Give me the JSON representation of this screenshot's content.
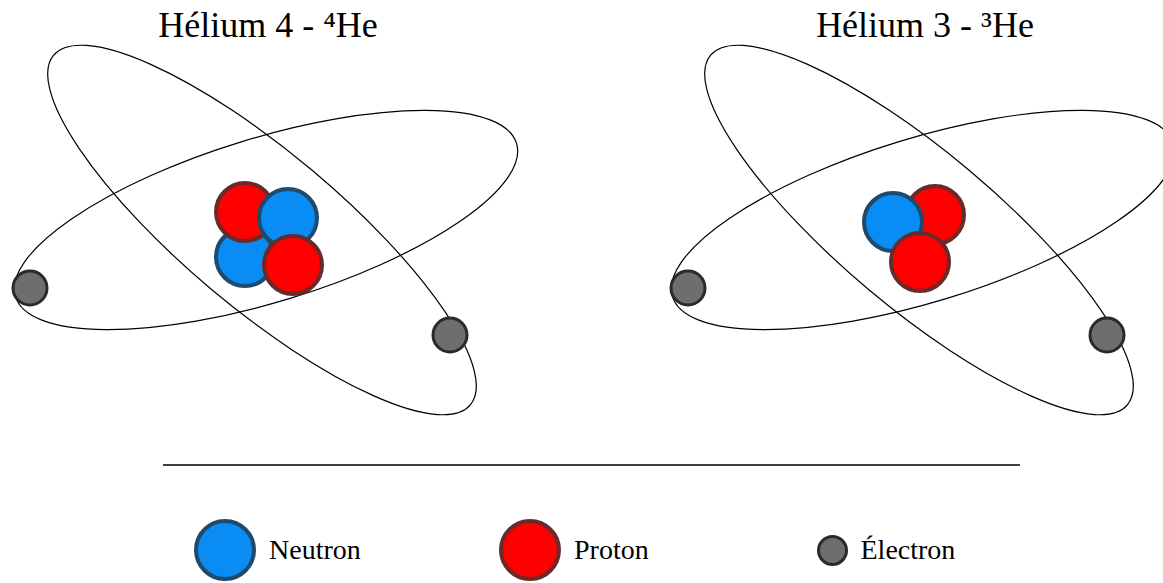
{
  "diagram": {
    "labels": [
      "Hélium 4 - ⁴He",
      "Hélium 3 - ³He"
    ],
    "legend": [
      {
        "text": "Neutron",
        "color": "#0a8cf5"
      },
      {
        "text": "Proton",
        "color": "#ff0000"
      },
      {
        "text": "Électron",
        "color": "#6e6e6e"
      }
    ]
  }
}
